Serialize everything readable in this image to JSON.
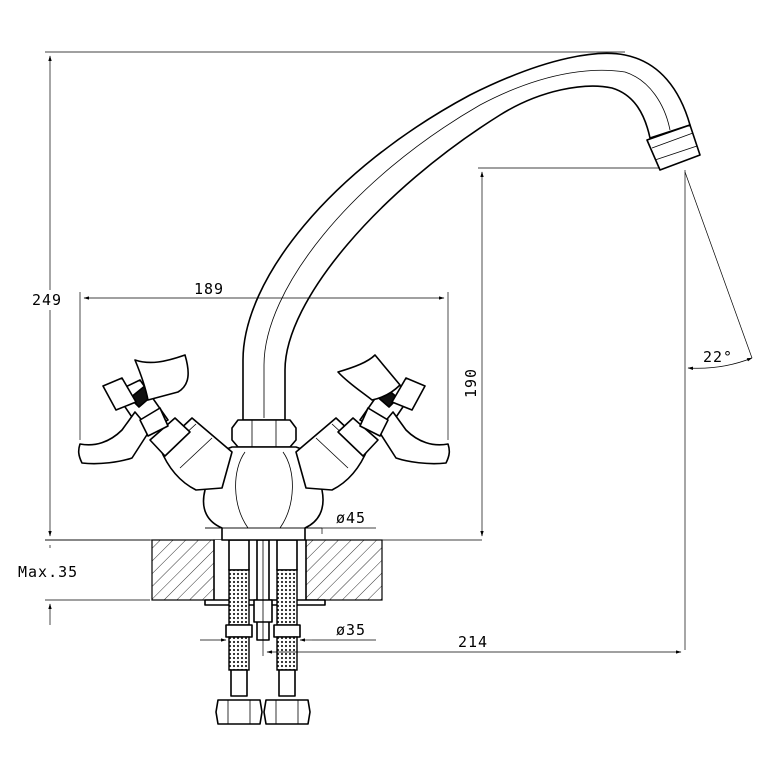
{
  "dimensions": {
    "total_height": "249",
    "handle_span": "189",
    "spout_height": "190",
    "spout_angle": "22°",
    "base_diameter": "ø45",
    "mount_depth": "Max.35",
    "mount_diameter": "ø35",
    "spout_reach": "214"
  }
}
